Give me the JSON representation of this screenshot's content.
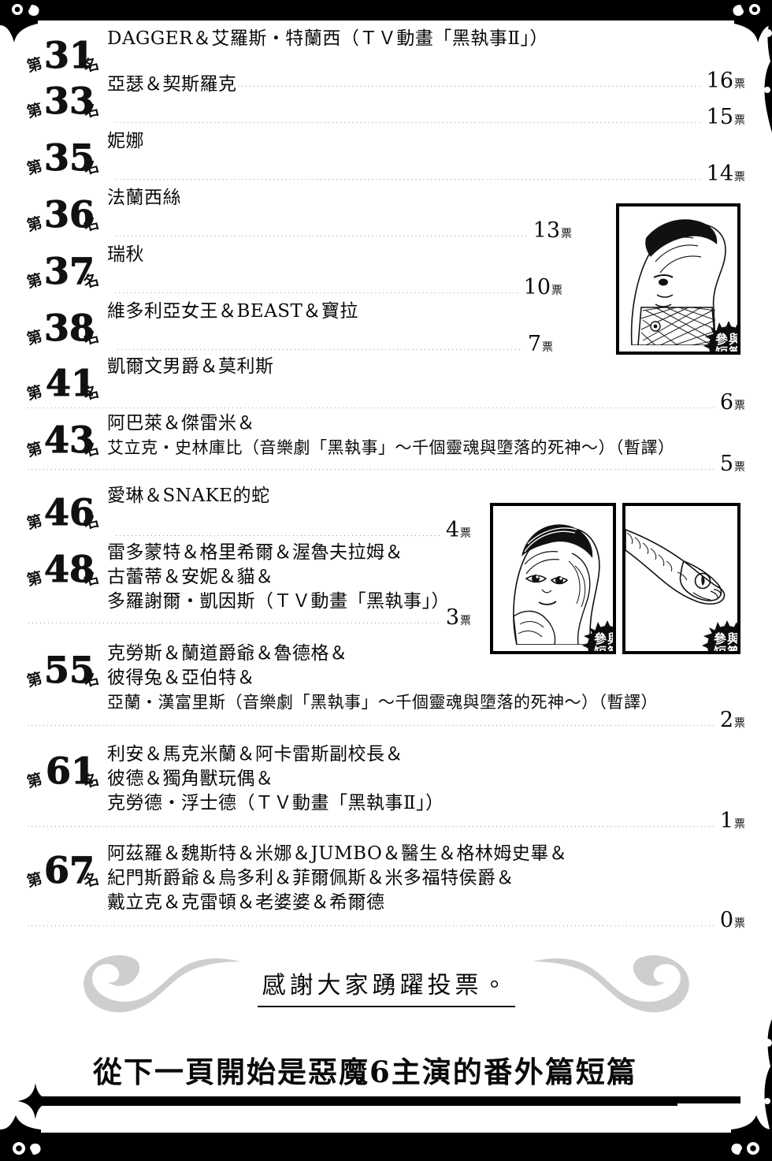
{
  "page": {
    "vote_unit": "票",
    "rank_prefix": "第",
    "rank_suffix": "名",
    "stamp_label_line1": "參與",
    "stamp_label_line2": "短篇",
    "ink_color": "#0a0a0a"
  },
  "rows": [
    {
      "rank": "31",
      "lines": [
        "DAGGER＆艾羅斯・特蘭西（ＴＶ動畫「黑執事Ⅱ」）"
      ],
      "votes": "16"
    },
    {
      "rank": "33",
      "lines": [
        "亞瑟＆契斯羅克"
      ],
      "votes": "15"
    },
    {
      "rank": "35",
      "lines": [
        "妮娜"
      ],
      "votes": "14"
    },
    {
      "rank": "36",
      "lines": [
        "法蘭西絲"
      ],
      "votes": "13"
    },
    {
      "rank": "37",
      "lines": [
        "瑞秋"
      ],
      "votes": "10"
    },
    {
      "rank": "38",
      "lines": [
        "維多利亞女王＆BEAST＆寶拉"
      ],
      "votes": "7"
    },
    {
      "rank": "41",
      "lines": [
        "凱爾文男爵＆莫利斯"
      ],
      "votes": "6"
    },
    {
      "rank": "43",
      "lines": [
        "阿巴萊＆傑雷米＆",
        "艾立克・史林庫比（音樂劇「黑執事」～千個靈魂與墮落的死神～）（暫譯）"
      ],
      "votes": "5"
    },
    {
      "rank": "46",
      "lines": [
        "愛琳＆SNAKE的蛇"
      ],
      "votes": "4"
    },
    {
      "rank": "48",
      "lines": [
        "雷多蒙特＆格里希爾＆渥魯夫拉姆＆",
        "古蕾蒂＆安妮＆貓＆",
        "多羅謝爾・凱因斯（ＴＶ動畫「黑執事」）"
      ],
      "votes": "3"
    },
    {
      "rank": "55",
      "lines": [
        "克勞斯＆蘭道爵爺＆魯德格＆",
        "彼得兔＆亞伯特＆",
        "亞蘭・漢富里斯（音樂劇「黑執事」～千個靈魂與墮落的死神～）（暫譯）"
      ],
      "votes": "2"
    },
    {
      "rank": "61",
      "lines": [
        "利安＆馬克米蘭＆阿卡雷斯副校長＆",
        "彼德＆獨角獸玩偶＆",
        "克勞德・浮士德（ＴＶ動畫「黑執事Ⅱ」）"
      ],
      "votes": "1"
    },
    {
      "rank": "67",
      "lines": [
        "阿茲羅＆魏斯特＆米娜＆JUMBO＆醫生＆格林姆史畢＆",
        "紀門斯爵爺＆烏多利＆菲爾佩斯＆米多福特侯爵＆",
        "戴立克＆克雷頓＆老婆婆＆希爾德"
      ],
      "votes": "0"
    }
  ],
  "artwork": [
    {
      "name": "francis-portrait",
      "stamped": true
    },
    {
      "name": "irene-portrait",
      "stamped": true
    },
    {
      "name": "snake-head",
      "stamped": true
    }
  ],
  "thanks": {
    "text": "感謝大家踴躍投票。"
  },
  "banner": {
    "text": "從下一頁開始是惡魔6主演的番外篇短篇"
  }
}
